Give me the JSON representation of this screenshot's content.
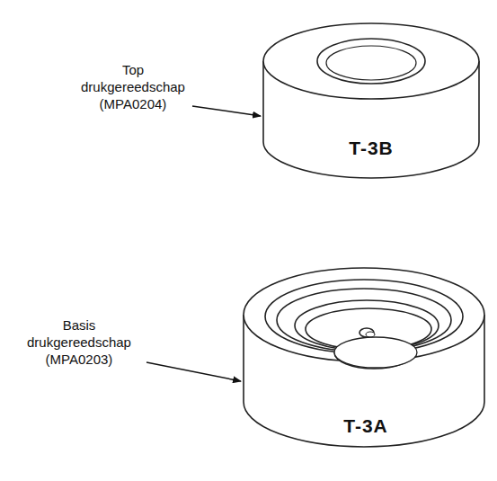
{
  "diagram": {
    "labels": [
      "Top drukgereedschap (MPA0204)",
      "T-3B",
      "Basis drukgereedschap (MPA0203)",
      "T-3A"
    ]
  }
}
